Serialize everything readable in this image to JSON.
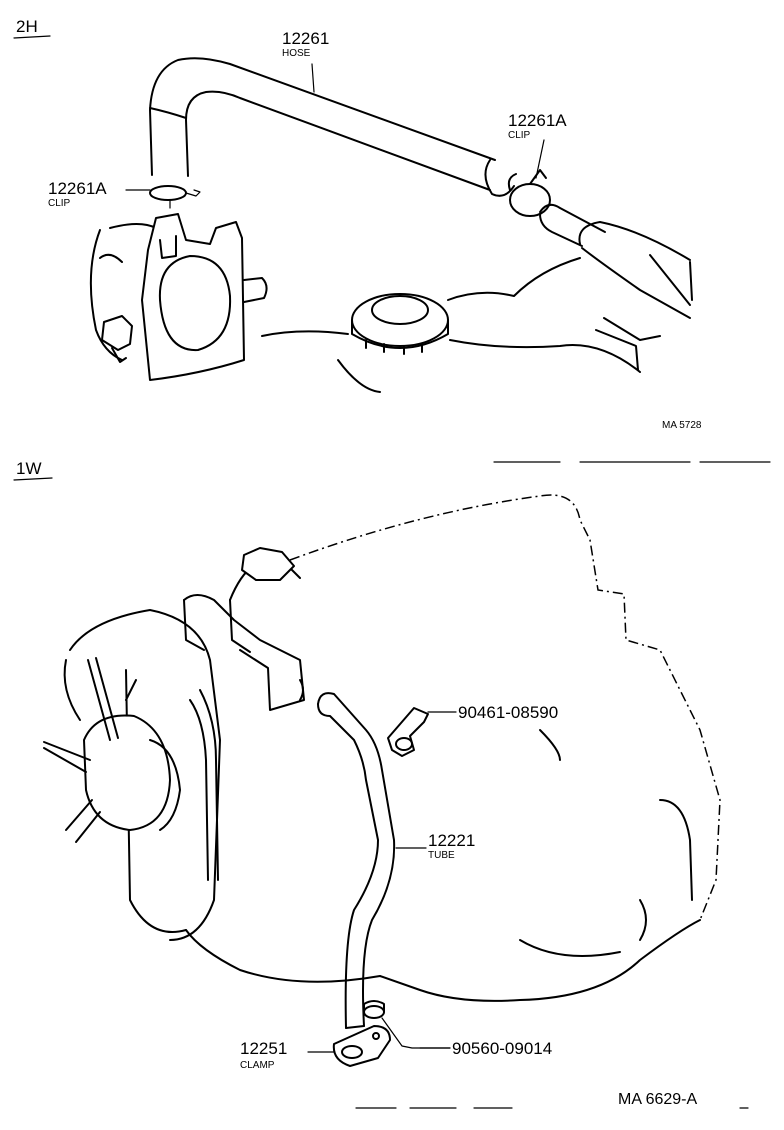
{
  "sections": {
    "top": {
      "title": "2H",
      "ref": "MA 5728",
      "parts": {
        "hose": {
          "number": "12261",
          "name": "HOSE"
        },
        "clip_right": {
          "number": "12261A",
          "name": "CLIP"
        },
        "clip_left": {
          "number": "12261A",
          "name": "CLIP"
        }
      }
    },
    "bottom": {
      "title": "1W",
      "ref": "MA 6629-A",
      "parts": {
        "bracket": {
          "number": "90461-08590"
        },
        "tube": {
          "number": "12221",
          "name": "TUBE"
        },
        "clamp": {
          "number": "12251",
          "name": "CLAMP"
        },
        "washer": {
          "number": "90560-09014"
        }
      }
    }
  }
}
